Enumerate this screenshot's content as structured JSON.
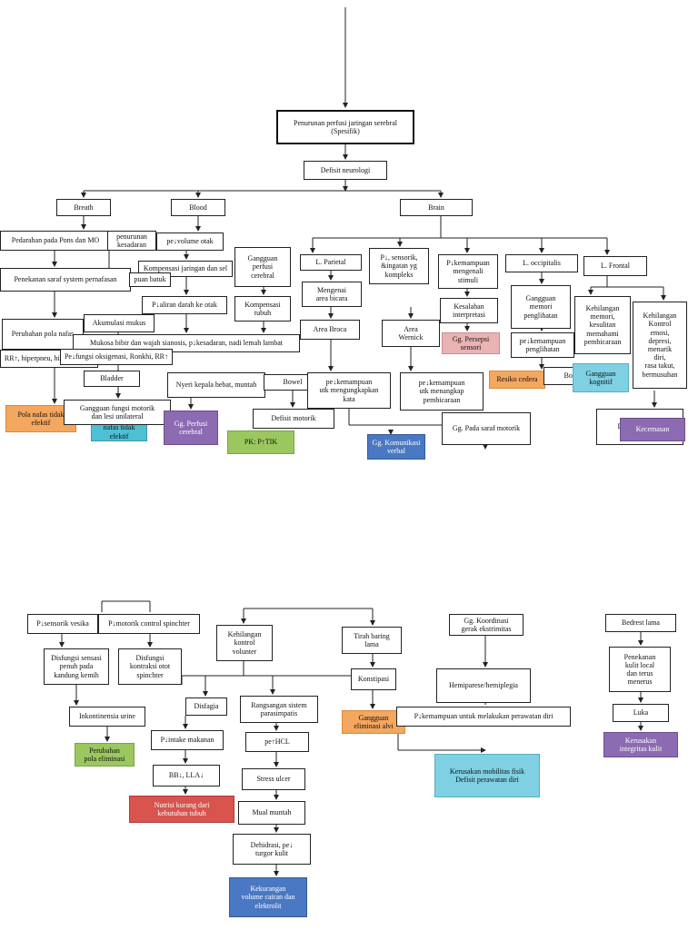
{
  "nodes": {
    "top_title": "Penurunan perfusi jaringan serebral\n(Spesifik)",
    "defisit_neurologi": "Defisit neurologi",
    "breath": "Breath",
    "blood": "Blood",
    "brain": "Brain",
    "pendarahan_pons": "Pedarahan pada Pons dan MO",
    "pm_kesadaran": "penurunan kesadaran",
    "pe_volume_otak": "pe↓volume otak",
    "gangguan_perfusi": "Gangguan\nperfusi\ncerebral",
    "penekanan_saraf": "Penekanan saraf system pernafasan",
    "kompensasi_jaringan": "Kompensasi jaringan dan sel",
    "pumpuan_batuk": "puan batuk",
    "p_aliran_darah": "P↓aliran darah ke otak",
    "kompensasi_tubuh": "Kompensasi\ntubuh",
    "perubahan_pola_nafas": "Perubahan pola nafas",
    "akumulasi_mukus": "Akumulasi mukus",
    "mukosa": "Mukosa bibir dan wajah sianosis, p↓kesadaran, nadi lemah lambat",
    "rr": "RR↑, hiperpneu, hiperventilasi",
    "ronkhi": "Pe↓fungsi oksigenasi, Ronkhi, RR↑",
    "bladder": "Bladder",
    "nyeri": "Nyeri kepala hebat, muntah",
    "bowel": "Bowel",
    "pola_nafas": "Pola nafas tidak\nefektif",
    "gangguan_motorik_lesi": "Gangguan fungsi motorik\ndan lesi unilateral",
    "bersihan": "Bersihan jalan\nnafas tidak efektif",
    "gg_perfusi": "Gg. Perfusi\ncerebral",
    "pk_ptik": "PK: P↑TIK",
    "defisit_motorik_mid": "Defisit motorik",
    "l_parietal": "L. Parietal",
    "p_sensorik": "P↓, sensorik,\n&ingatan yg\nkompleks",
    "p_kemampuan_mengenali": "P↓kemampuan\nmengenali\nstimuli",
    "l_occipitalis": "L. occipitalis",
    "l_frontal": "L. Frontal",
    "mengenai_area": "Mengenai\narea bicara",
    "kesalahan_interpretasi": "Kesalahan\ninterpretasi",
    "gangguan_memori_penglihatan": "Gangguan\nmemori\npenglihatan",
    "kehilangan_memori": "Kehilangan\nmemori,\nkesulitan\nmemahami\npembicaraan",
    "kehilangan_kontrol": "Kehilangan\nKontrol\nemosi,\ndepresi,\nmenarik\ndiri,\nrasa takut,\nbermusuhan",
    "area_broca": "Area Broca",
    "area_wernick": "Area\nWernick",
    "gg_persepsi": "Gg. Persepsi\nsensori",
    "pe_kemampuan_penglihatan": "pe↓kemampuan\npenglihatan",
    "pe_kemampuan_kata": "pe↓kemampuan\nutk mengungkapkan\nkata",
    "pe_kemampuan_pembicaraan": "pe↓kemampuan\nutk menangkap\npembicaraan",
    "resiko_cedera": "Resiko cedera",
    "bone": "Bone",
    "gg_kognitif": "Gangguan\nkognitif",
    "gg_saraf_motorik": "Gg. Pada saraf motorik",
    "gg_komunikasi": "Gg. Komunikasi\nverbal",
    "defisit_motorik_right": "Defisit motorik",
    "kecemasan": "Kecemasan",
    "p_sensorik_vesika": "P↓sensorik vesika",
    "p_motorik_spinchter": "P↓motorik control spinchter",
    "kehilangan_kontrol_volunter": "Kehilangan\nkontrol\nvolunter",
    "tirah_baring": "Tirah baring\nlama",
    "gg_koordinasi": "Gg. Koordinasi\ngerak ekstrimitas",
    "bedrest": "Bedrest lama",
    "disfungsi_sensasi": "Disfungsi sensasi\npenuh pada\nkandung kemih",
    "disfungsi_kontraksi": "Disfungsi\nkontraksi otot\nspinchter",
    "penekanan_kulit": "Penekanan\nkulit local\ndan terus\nmenerus",
    "disfagia": "Disfagia",
    "rangsangan_parasimpatis": "Rangsangan sistem\nparasimpatis",
    "konstipasi": "Konstipasi",
    "hemiparese": "Hemiparese/hemiplegia",
    "inkontinensia": "Inkontinensia urine",
    "p_intake": "P↓intake makanan",
    "pe_hcl": "pe↑HCL",
    "gangguan_eliminasi": "Gangguan\neliminasi alvi",
    "p_kemampuan_perawatan": "P↓kemampuan untuk melakukan perawatan diri",
    "luka": "Luka",
    "perubahan_pola_eliminasi": "Perubahan\npola eliminasi",
    "bb_lla": "BB↓, LLA↓",
    "stress_ulcer": "Stress ulcer",
    "kerusakan_mobilitas": "Kerusakan mobilitas fisik\nDefisit perawatan diri",
    "kerusakan_integritas": "Kerusakan\nintegritas kulit",
    "nutrisi_kurang": "Nutrisi kurang dari\nkebutuhan tubuh",
    "mual_muntah": "Mual muntah",
    "dehidrasi": "Dehidrasi, pe↓\nturgor kulit",
    "kekurangan_cairan": "Kekurangan\nvolume cairan dan\nelektrolit"
  }
}
